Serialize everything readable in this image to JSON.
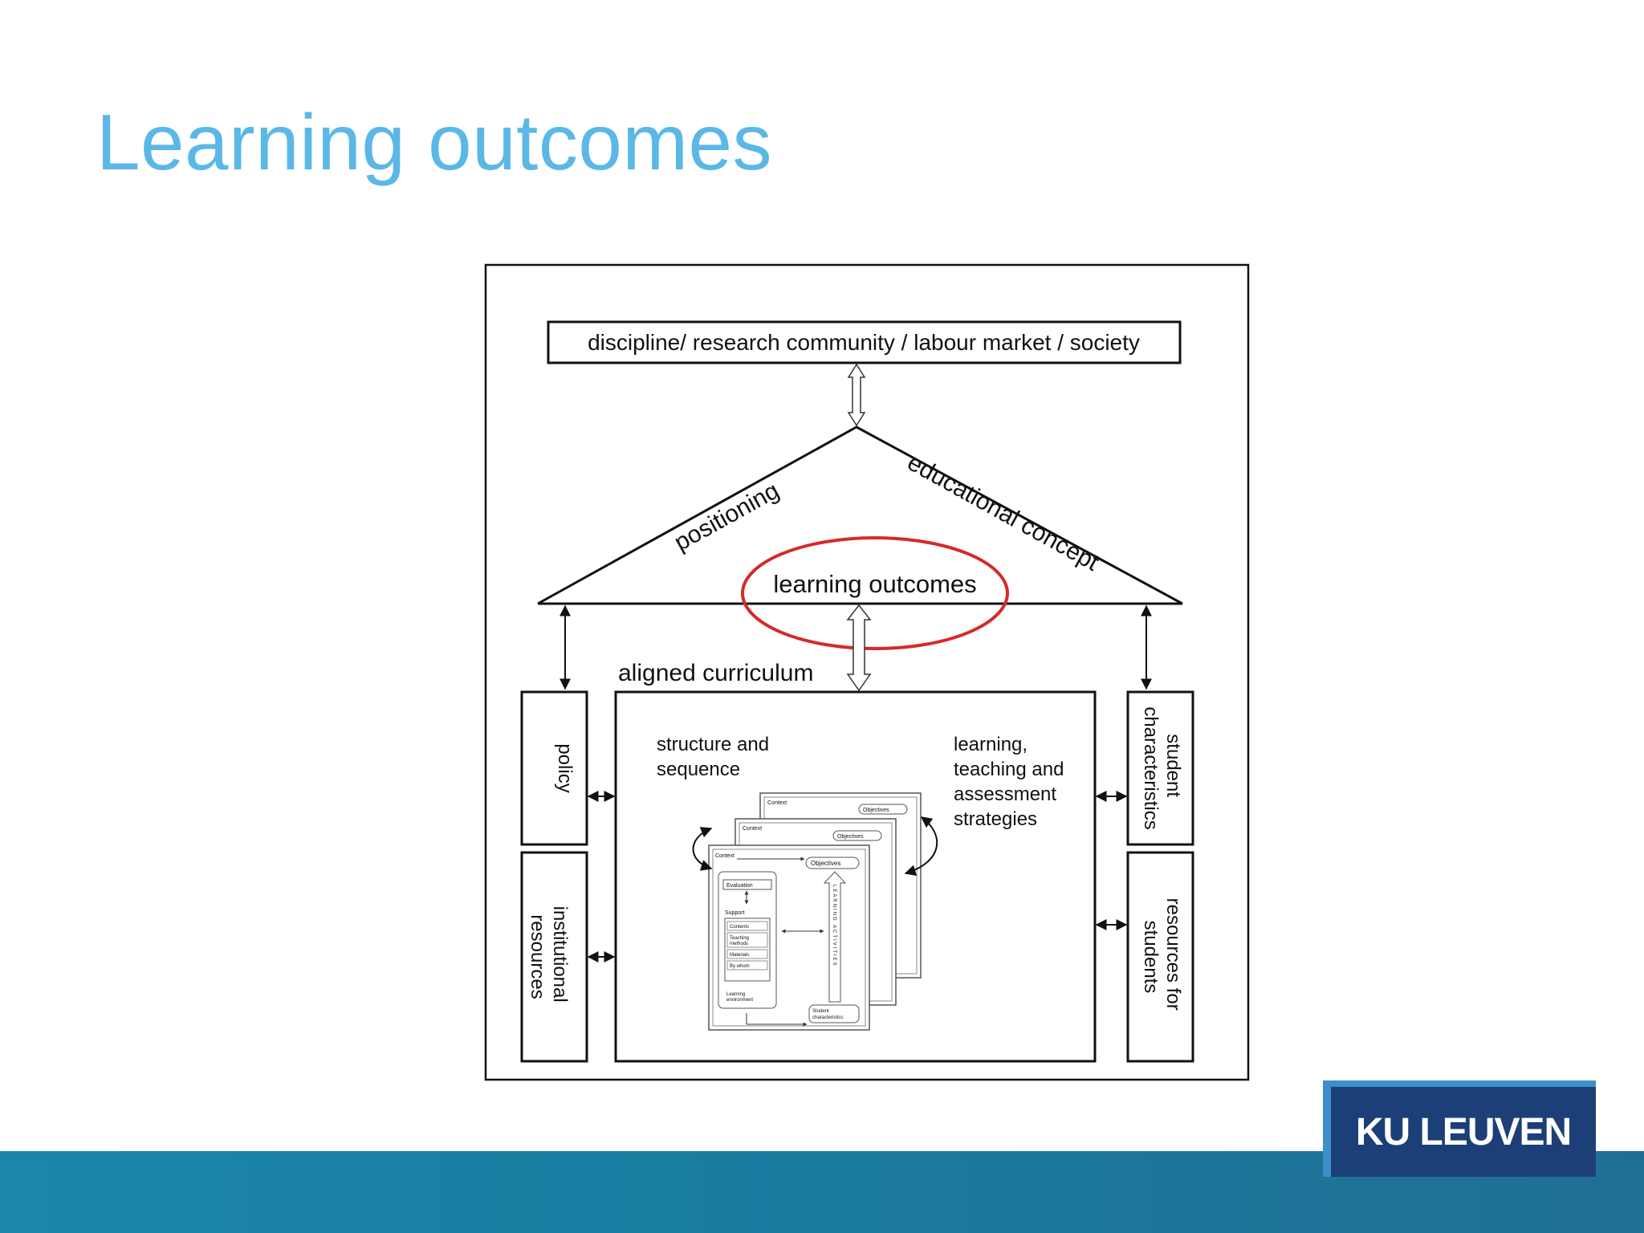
{
  "slide": {
    "title": "Learning outcomes",
    "title_color": "#5bb8e6",
    "logo_text": "KU LEUVEN"
  },
  "diagram": {
    "top_box": "discipline/ research community / labour market / society",
    "roof_left": "positioning",
    "roof_right": "educational concept",
    "center_label": "learning outcomes",
    "highlight_color": "#d42a2a",
    "curriculum_label": "aligned curriculum",
    "structure_label": [
      "structure and",
      "sequence"
    ],
    "strategies_label": [
      "learning,",
      "teaching and",
      "assessment",
      "strategies"
    ],
    "left_boxes": [
      "policy",
      [
        "institutional",
        "resources"
      ]
    ],
    "right_boxes": [
      [
        "student",
        "characteristics"
      ],
      [
        "resources for",
        "students"
      ]
    ],
    "mini": {
      "context": "Context",
      "objectives": "Objectives",
      "evaluation": "Evaluation",
      "support": "Support",
      "items": [
        "Contents",
        [
          "Teaching",
          "methods"
        ],
        "Materials",
        "By whom"
      ],
      "learning_environment": [
        "Learning",
        "environment"
      ],
      "student_characteristics": [
        "Student",
        "characteristics"
      ],
      "learning_activities": "LEARNING ACTIVITIES"
    }
  }
}
